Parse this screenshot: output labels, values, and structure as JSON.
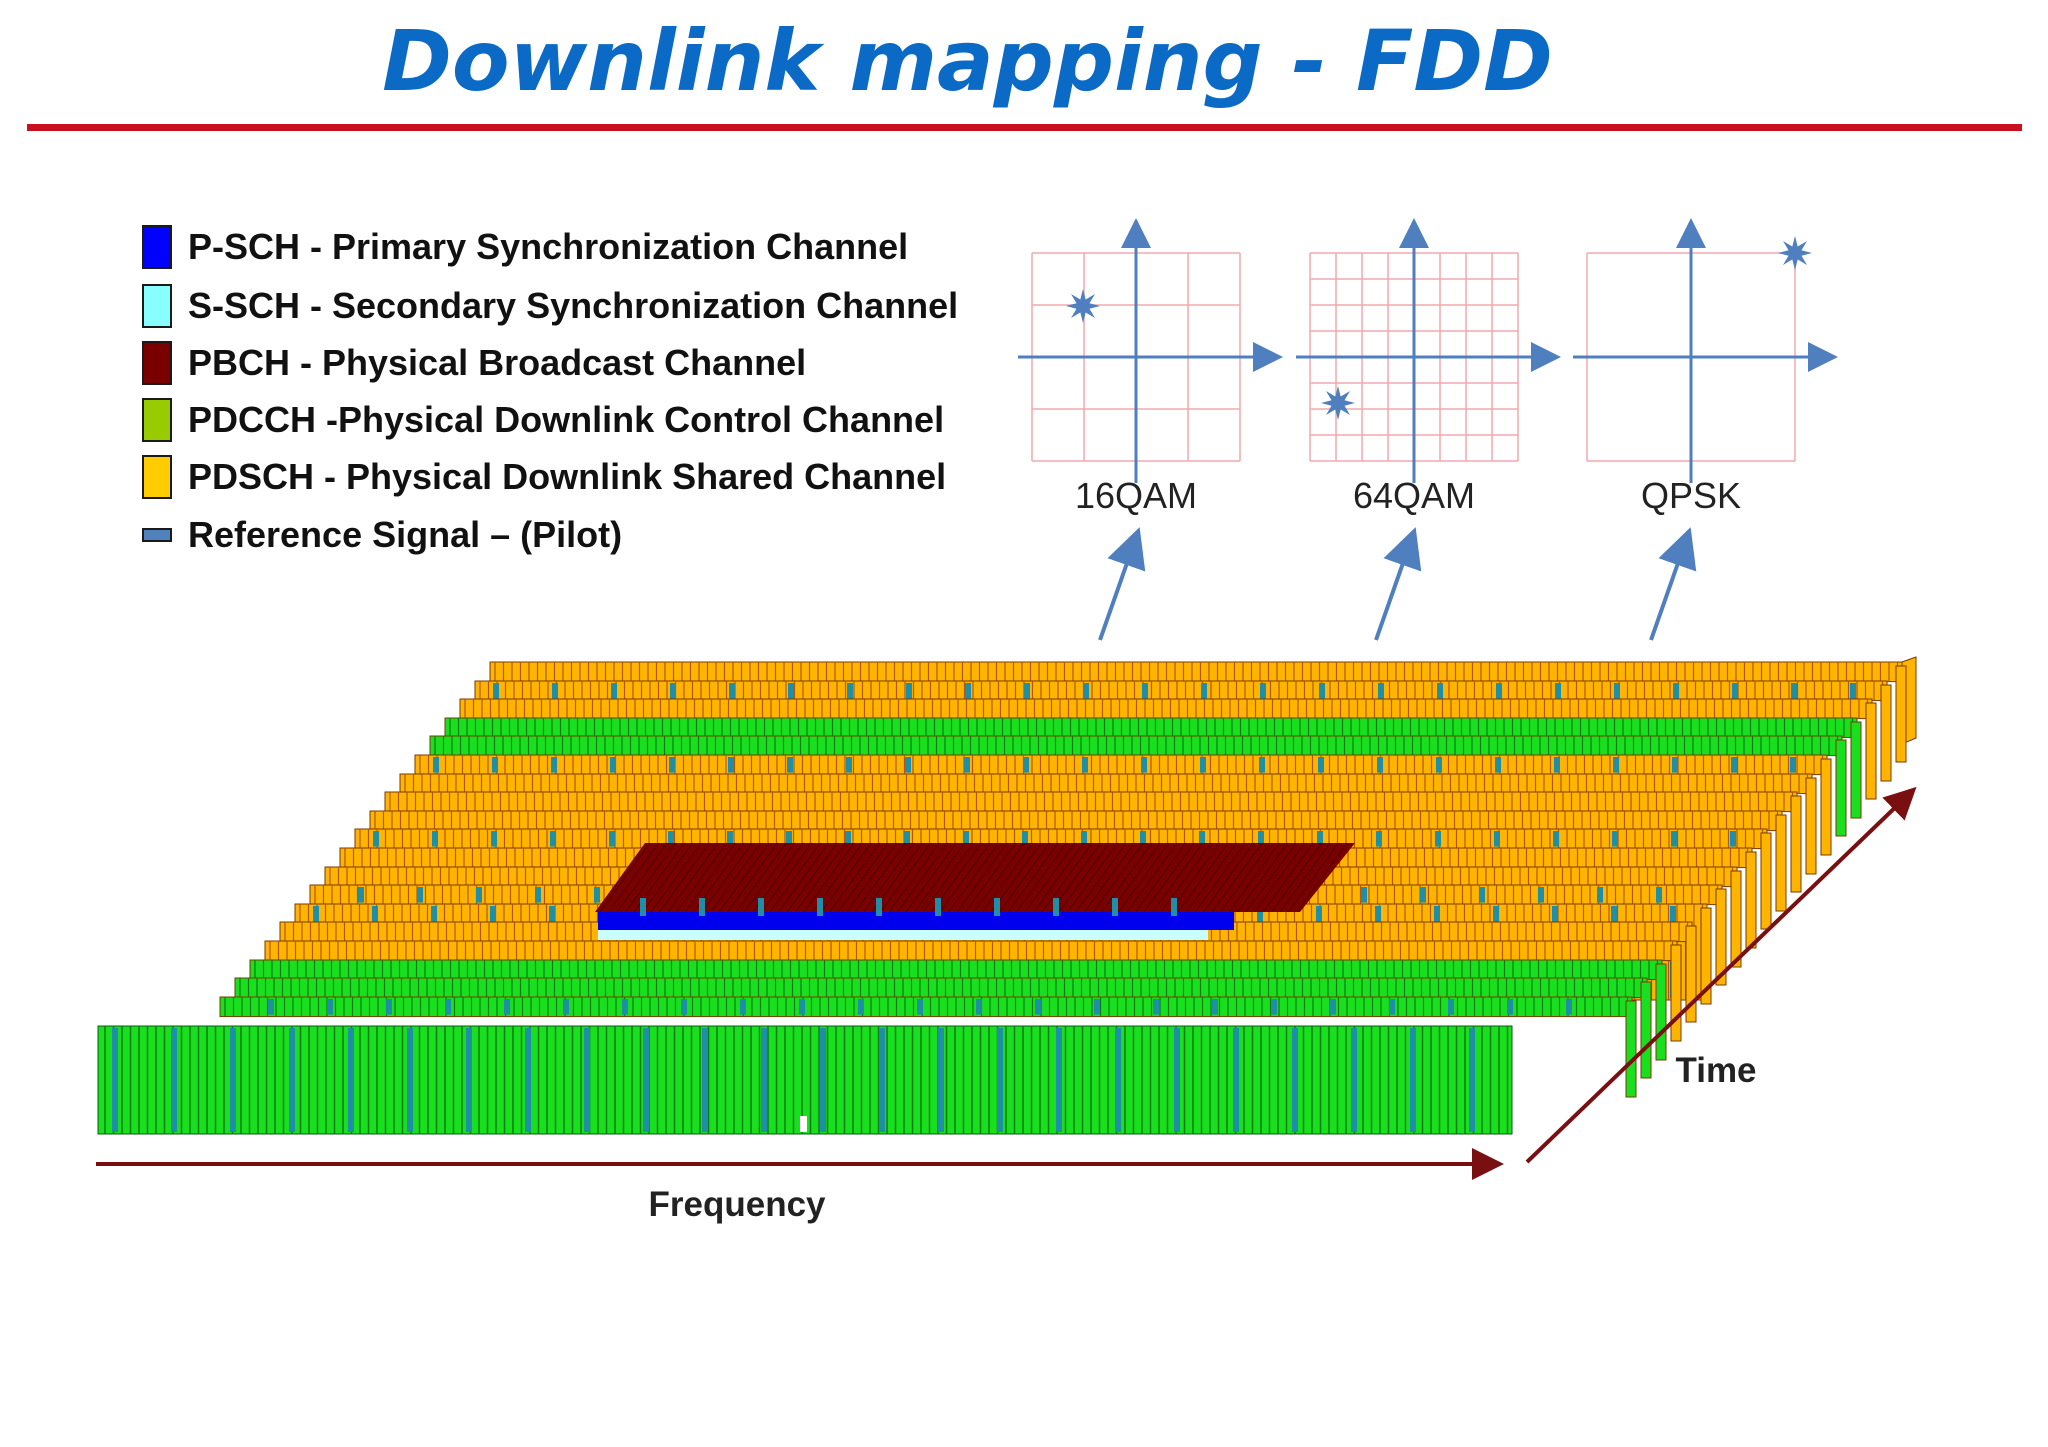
{
  "title": "Downlink mapping - FDD",
  "legend": [
    {
      "label": "P-SCH - Primary Synchronization Channel",
      "color": "#0000ff"
    },
    {
      "label": "S-SCH - Secondary Synchronization Channel",
      "color": "#88ffff"
    },
    {
      "label": "PBCH - Physical Broadcast Channel",
      "color": "#7a0000"
    },
    {
      "label": "PDCCH -Physical Downlink Control Channel",
      "color": "#99cc00"
    },
    {
      "label": "PDSCH - Physical Downlink Shared Channel",
      "color": "#ffcc00"
    },
    {
      "label": "Reference Signal – (Pilot)",
      "color": "#4f81bd"
    }
  ],
  "constellations": [
    {
      "label": "16QAM",
      "grid": 4
    },
    {
      "label": "64QAM",
      "grid": 8
    },
    {
      "label": "QPSK",
      "grid": 2
    }
  ],
  "axes": {
    "frequency": "Frequency",
    "time": "Time"
  },
  "colors": {
    "pdsch": "#ffb400",
    "pdcch": "#19e01e",
    "pbch": "#7a0000",
    "psch": "#0000ee",
    "ssch": "#c8ffff",
    "reference": "#1f8fa8",
    "arrow": "#4f7fbf",
    "axis_arrow": "#7a0f12"
  }
}
